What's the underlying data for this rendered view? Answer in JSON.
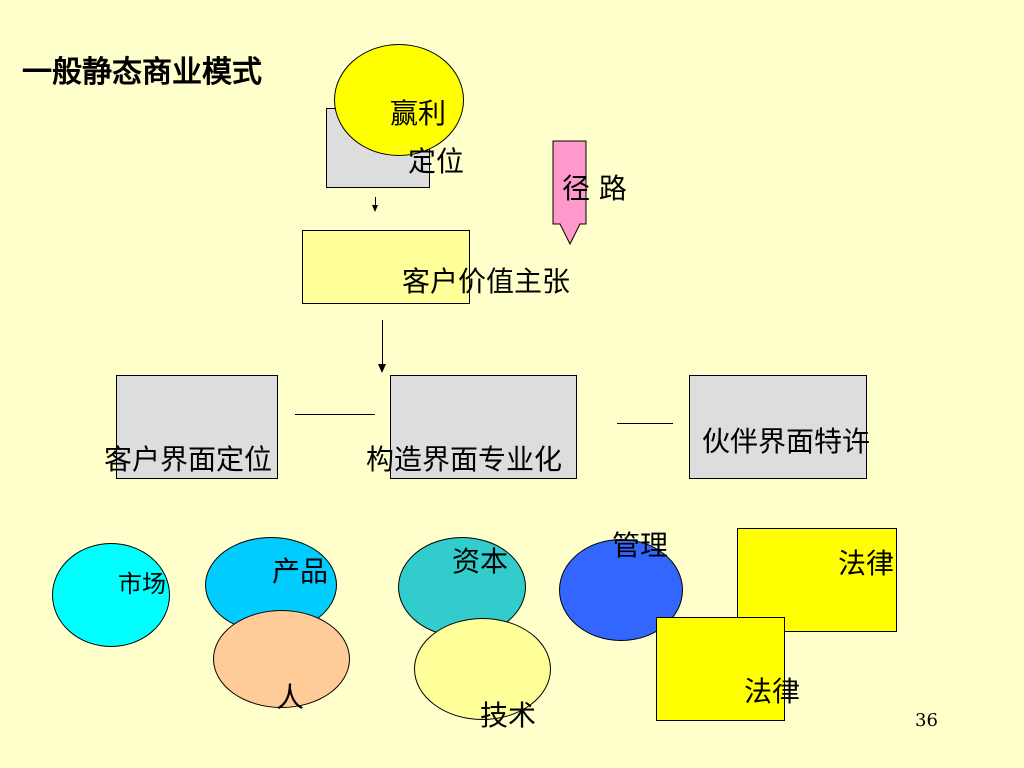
{
  "slide": {
    "title": "一般静态商业模式",
    "page_number": "36"
  },
  "nodes": {
    "profit": "赢利",
    "positioning": "定位",
    "path": "径 路",
    "value_proposition": "客户价值主张",
    "customer_interface": "客户界面定位",
    "structure_interface": "构造界面专业化",
    "partner_interface": "伙伴界面特许",
    "market": "市场",
    "product": "产品",
    "capital": "资本",
    "management": "管理",
    "law_1": "法律",
    "people": "人",
    "technology": "技术",
    "law_2": "法律"
  },
  "colors": {
    "background": "#ffffcc",
    "gray_box": "#dddddd",
    "light_yellow_box": "#ffff99",
    "yellow": "#ffff00",
    "pink_arrow": "#ff99cc",
    "cyan": "#00ffff",
    "sky_blue": "#00ccff",
    "teal": "#33cccc",
    "blue": "#3366ff",
    "peach": "#ffcc99",
    "pale_yellow": "#ffff99"
  }
}
